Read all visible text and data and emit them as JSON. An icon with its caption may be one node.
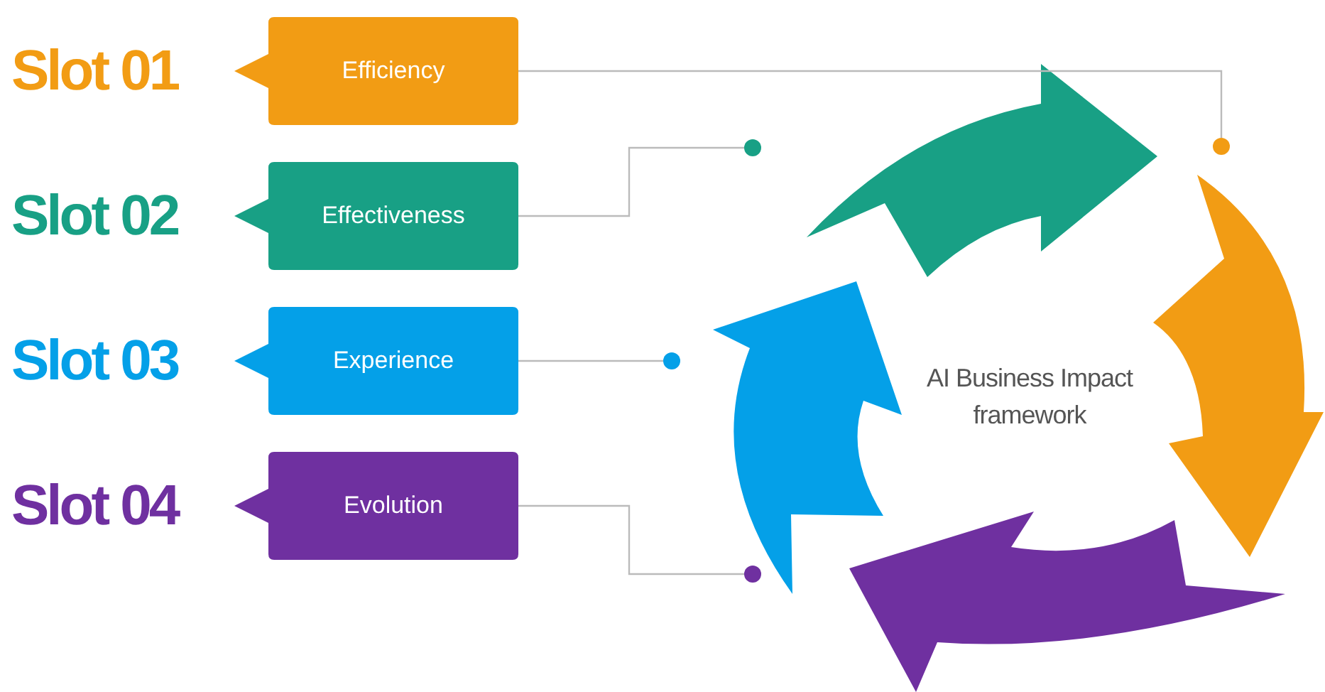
{
  "diagram": {
    "nodes": [
      {
        "text": [
          "Efficiency"
        ]
      },
      {
        "text": [
          "Effectiveness"
        ]
      },
      {
        "text": [
          "Experience"
        ]
      },
      {
        "text": [
          "Evolution"
        ]
      },
      {
        "text": [],
        "shape": "circle"
      },
      {
        "text": [],
        "shape": "circle"
      },
      {
        "text": [],
        "shape": "circle"
      },
      {
        "text": [],
        "shape": "circle"
      }
    ],
    "edges": [
      {
        "from": 0,
        "to": 4,
        "arrow": "none"
      },
      {
        "from": 1,
        "to": 5,
        "arrow": "none"
      },
      {
        "from": 2,
        "to": 6,
        "arrow": "none"
      },
      {
        "from": 3,
        "to": 7,
        "arrow": "none"
      }
    ],
    "labels": [
      "Slot 01",
      "Slot 02",
      "Slot 03",
      "Slot 04",
      "AI Business Impact framework"
    ]
  }
}
